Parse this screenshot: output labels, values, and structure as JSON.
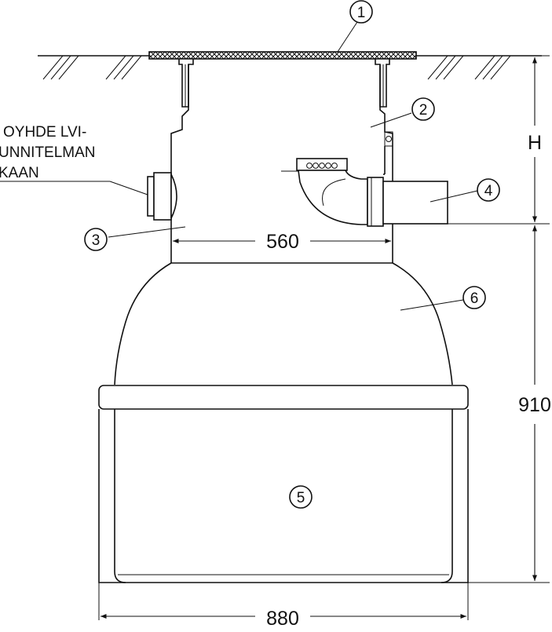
{
  "drawing": {
    "callouts": [
      "1",
      "2",
      "3",
      "4",
      "5",
      "6"
    ],
    "side_note_lines": [
      "OYHDE LVI-",
      "UNNITELMAN",
      "KAAN"
    ],
    "dimensions": {
      "inner_width": "560",
      "outer_width": "880",
      "body_height": "910",
      "top_height": "H"
    }
  }
}
